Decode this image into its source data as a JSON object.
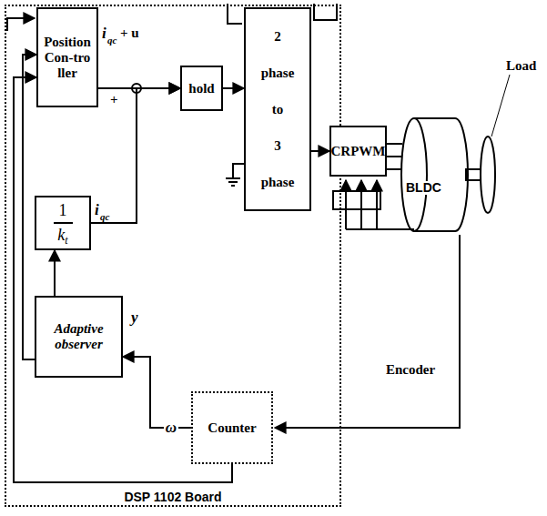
{
  "diagram": {
    "nodes": [
      {
        "text": [
          "DSP 1102 Board"
        ]
      },
      {
        "text": [
          "Position Con-tro ller"
        ],
        "in": 0
      },
      {
        "text": [
          "1",
          "k",
          "t"
        ],
        "in": 0
      },
      {
        "text": [
          "Adaptive observer"
        ],
        "in": 0
      },
      {
        "text": [
          "hold"
        ],
        "in": 0
      },
      {
        "text": [
          "2 phase to 3 phase"
        ],
        "in": 0
      },
      {
        "text": [
          "CRPWM"
        ]
      },
      {
        "text": [
          "Counter"
        ],
        "in": 0
      }
    ],
    "edges": [
      {
        "from": 1,
        "to": 4,
        "arrow": "to"
      },
      {
        "from": 2,
        "to": 4,
        "arrow": "to"
      },
      {
        "from": 3,
        "to": 2,
        "arrow": "to"
      },
      {
        "from": 3,
        "to": 1,
        "arrow": "to"
      },
      {
        "from": 7,
        "to": 3,
        "label": "ω",
        "arrow": "to"
      },
      {
        "from": 7,
        "to": 1,
        "arrow": "to"
      },
      {
        "from": 4,
        "to": 5,
        "arrow": "to"
      },
      {
        "from": 5,
        "to": 6,
        "arrow": "to"
      }
    ],
    "labels": [
      "i",
      "qc",
      "+ u",
      "i",
      "qc",
      "+",
      "y",
      "Load",
      "BLDC",
      "Encoder"
    ]
  }
}
